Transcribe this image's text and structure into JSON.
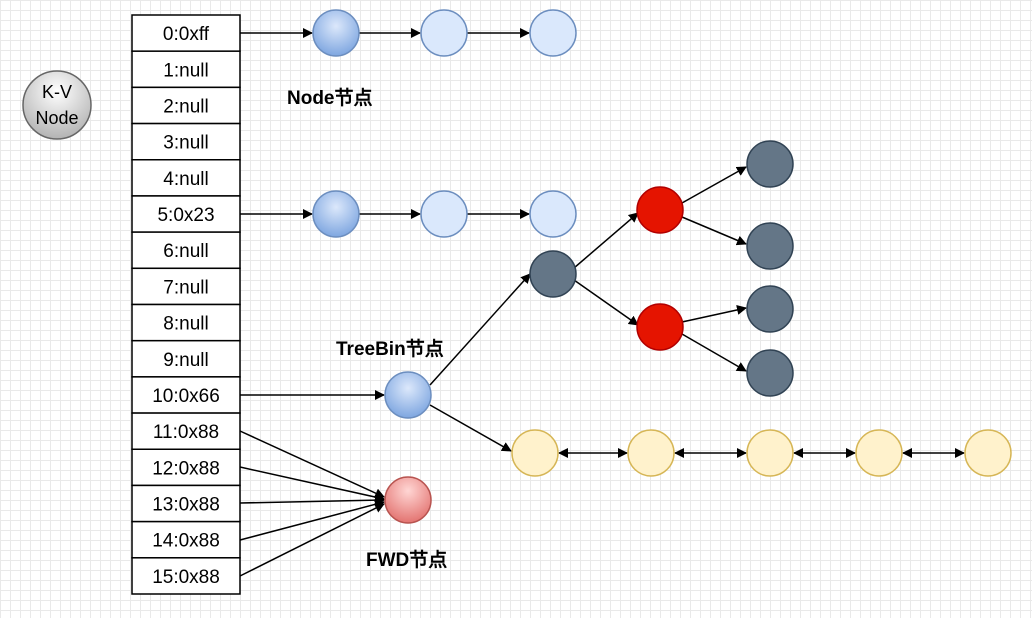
{
  "legend": {
    "line1": "K-V",
    "line2": "Node"
  },
  "table": {
    "cells": [
      "0:0xff",
      "1:null",
      "2:null",
      "3:null",
      "4:null",
      "5:0x23",
      "6:null",
      "7:null",
      "8:null",
      "9:null",
      "10:0x66",
      "11:0x88",
      "12:0x88",
      "13:0x88",
      "14:0x88",
      "15:0x88"
    ]
  },
  "labels": {
    "node": "Node节点",
    "treebin": "TreeBin节点",
    "fwd": "FWD节点"
  },
  "colors": {
    "blue_node": "#7ea6e0",
    "light_blue_node": "#dae8fc",
    "dark_node": "#647687",
    "red_node": "#e51400",
    "yellow_node": "#fff2cc",
    "fwd_node": "#f19c99",
    "grey_node": "#d0d0d0"
  }
}
